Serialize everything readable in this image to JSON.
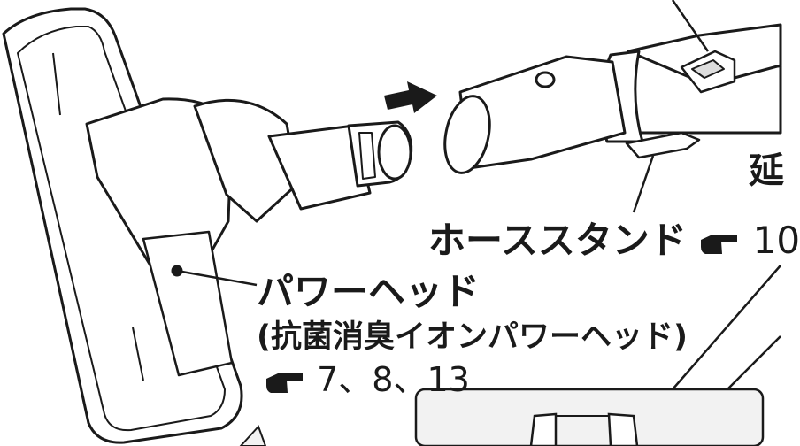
{
  "labels": {
    "extension_pipe_partial": "延",
    "hose_stand": "ホーススタンド",
    "hose_stand_ref": "10",
    "power_head": "パワーヘッド",
    "power_head_full": "(抗菌消臭イオンパワーヘッド)",
    "power_head_refs": "7、8、13"
  },
  "icons": {
    "reference": "pointing-hand-icon",
    "arrow": "insert-arrow-icon"
  },
  "colors": {
    "line": "#1a1a1a",
    "fill": "#ffffff",
    "panel": "#f2f2f2"
  }
}
